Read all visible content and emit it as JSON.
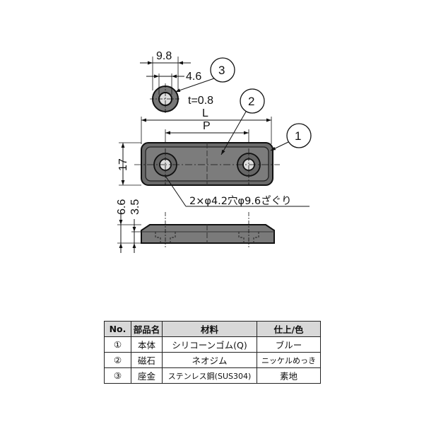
{
  "drawing": {
    "part3_dims": {
      "outer": "9.8",
      "inner": "4.6",
      "thickness": "t=0.8"
    },
    "top_view_dims": {
      "length": "L",
      "pitch": "P",
      "height": "17"
    },
    "side_view_dims": {
      "total": "6.6",
      "partial": "3.5"
    },
    "hole_note": "2×φ4.2穴φ9.6ざぐり",
    "callouts": [
      "3",
      "2",
      "1"
    ]
  },
  "table": {
    "headers": [
      "No.",
      "部品名",
      "材料",
      "仕上/色"
    ],
    "rows": [
      [
        "①",
        "本体",
        "シリコーンゴム(Q)",
        "ブルー"
      ],
      [
        "②",
        "磁石",
        "ネオジム",
        "ニッケルめっき"
      ],
      [
        "③",
        "座金",
        "ステンレス鋼(SUS304)",
        "素地"
      ]
    ]
  }
}
